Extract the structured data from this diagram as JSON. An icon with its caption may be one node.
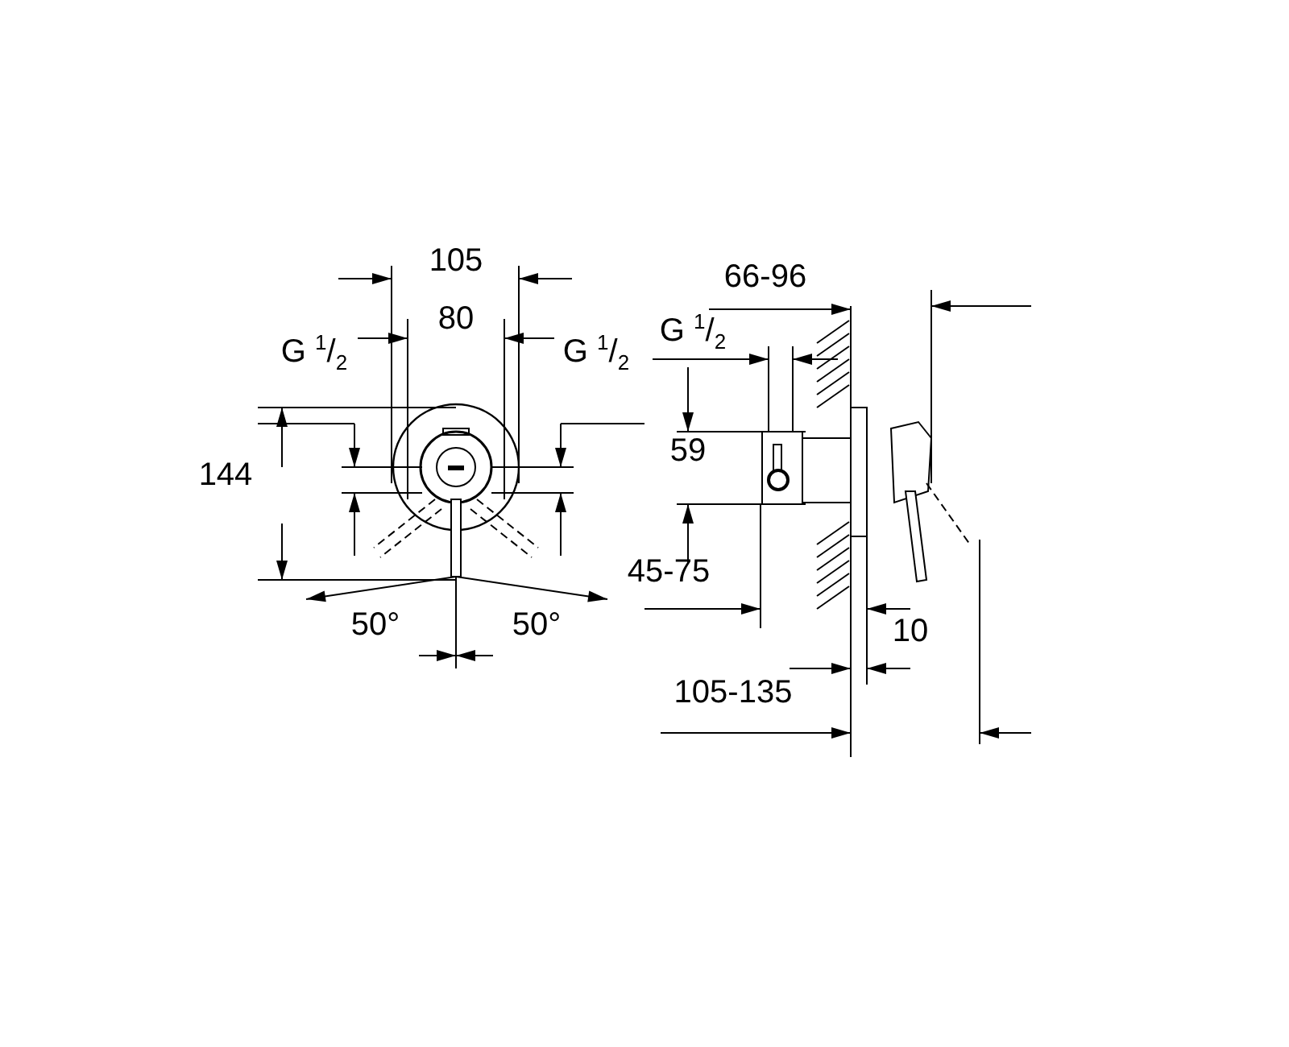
{
  "diagram": {
    "labels": [
      "105",
      "66-96",
      "80",
      "G $^{1}$/$_{2}$",
      "G $^{1}$/$_{2}$",
      "G $^{1}$/$_{2}$",
      "144",
      "59",
      "45-75",
      "50°",
      "50°",
      "10",
      "105-135"
    ]
  }
}
